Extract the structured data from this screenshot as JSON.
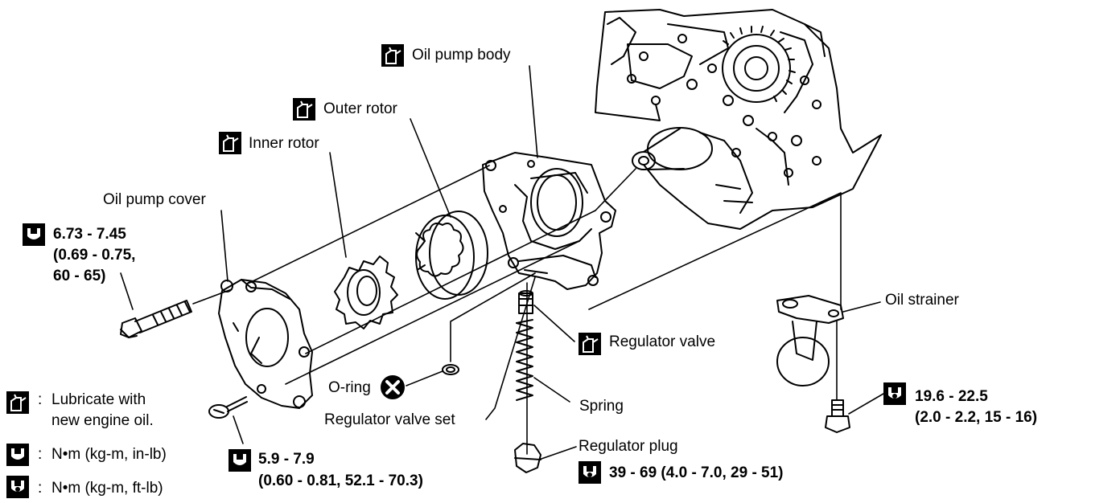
{
  "parts": {
    "oil_pump_body": "Oil pump body",
    "outer_rotor": "Outer rotor",
    "inner_rotor": "Inner rotor",
    "oil_pump_cover": "Oil pump cover",
    "regulator_valve": "Regulator valve",
    "oil_strainer": "Oil strainer",
    "o_ring": "O-ring",
    "regulator_valve_set": "Regulator valve set",
    "spring": "Spring",
    "regulator_plug": "Regulator plug"
  },
  "torques": {
    "cover_bolt": {
      "line1": "6.73 - 7.45",
      "line2": "(0.69 - 0.75,",
      "line3": "60 - 65)"
    },
    "cover_screw": {
      "line1": "5.9 - 7.9",
      "line2": "(0.60 - 0.81, 52.1 - 70.3)"
    },
    "strainer_bolt": {
      "line1": "19.6 - 22.5",
      "line2": "(2.0 - 2.2, 15 - 16)"
    },
    "regulator_plug": {
      "line1": "39 - 69 (4.0 - 7.0, 29 - 51)"
    }
  },
  "legend": {
    "lubricate": {
      "colon": ":",
      "line1": "Lubricate with",
      "line2": "new engine oil."
    },
    "nm_inlb": {
      "colon": ":",
      "text": "N•m (kg-m, in-lb)"
    },
    "nm_ftlb": {
      "colon": ":",
      "text": "N•m (kg-m, ft-lb)"
    }
  },
  "icons": {
    "oil": "oil-can-icon",
    "torque_inlb": "torque-wrench-in-lb-icon",
    "torque_ftlb": "torque-wrench-ft-lb-icon",
    "replace": "replace-x-icon"
  }
}
